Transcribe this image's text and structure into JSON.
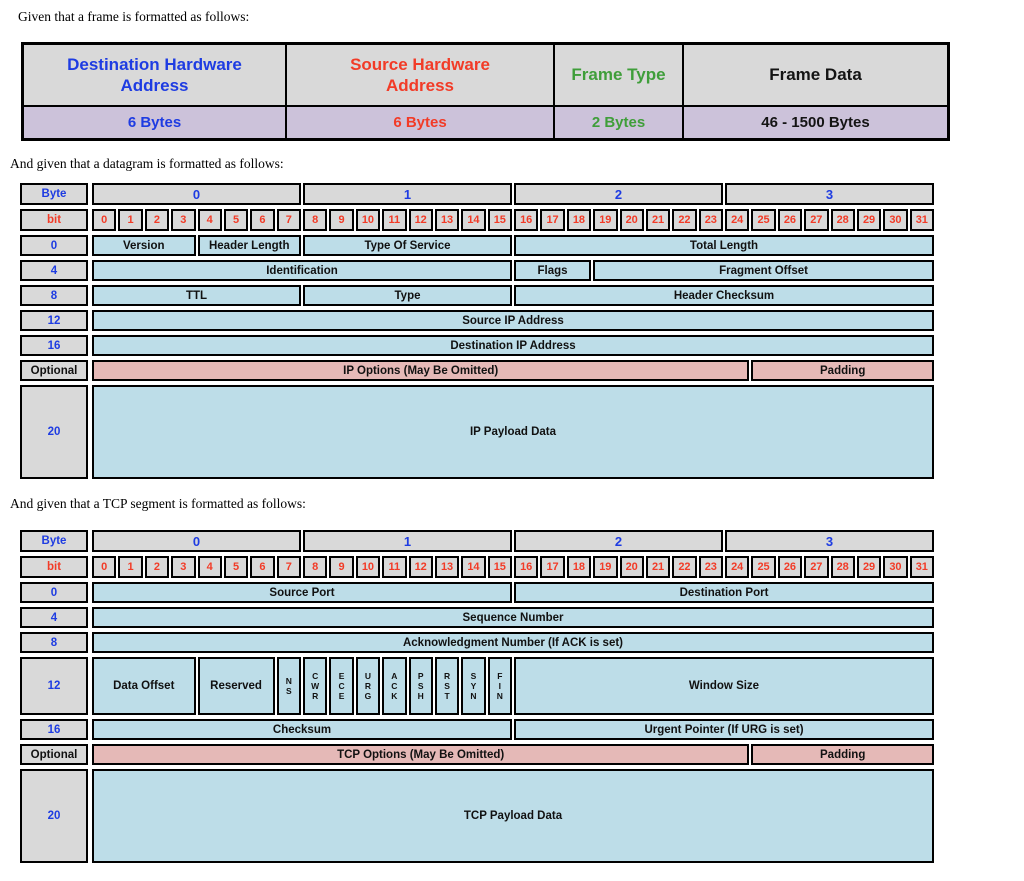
{
  "intro": {
    "frame": "Given that a frame is formatted as follows:",
    "datagram": "And given that a datagram is formatted as follows:",
    "tcp": "And given that a TCP segment is formatted as follows:"
  },
  "colors": {
    "blue": "#1e3ce2",
    "red": "#f23b27",
    "green": "#3f9e3a",
    "black": "#141414",
    "cell_gray": "#d9d9d9",
    "cell_blue": "#bddde8",
    "cell_pink": "#e5b9b7",
    "cell_lavender": "#ccc2da"
  },
  "frame_table": {
    "columns": [
      {
        "header": "Destination Hardware\nAddress",
        "size": "6 Bytes",
        "color": "blue"
      },
      {
        "header": "Source Hardware\nAddress",
        "size": "6 Bytes",
        "color": "red"
      },
      {
        "header": "Frame Type",
        "size": "2 Bytes",
        "color": "green"
      },
      {
        "header": "Frame Data",
        "size": "46 - 1500 Bytes",
        "color": "black"
      }
    ]
  },
  "ip_table": {
    "corner_label": "Byte",
    "bit_row_label": "bit",
    "byte_groups": [
      "0",
      "1",
      "2",
      "3"
    ],
    "bit_numbers": [
      "0",
      "1",
      "2",
      "3",
      "4",
      "5",
      "6",
      "7",
      "8",
      "9",
      "10",
      "11",
      "12",
      "13",
      "14",
      "15",
      "16",
      "17",
      "18",
      "19",
      "20",
      "21",
      "22",
      "23",
      "24",
      "25",
      "26",
      "27",
      "28",
      "29",
      "30",
      "31"
    ],
    "rows": [
      {
        "label": "0",
        "cells": [
          {
            "text": "Version",
            "bits": 4
          },
          {
            "text": "Header Length",
            "bits": 4
          },
          {
            "text": "Type Of Service",
            "bits": 8
          },
          {
            "text": "Total Length",
            "bits": 16
          }
        ]
      },
      {
        "label": "4",
        "cells": [
          {
            "text": "Identification",
            "bits": 16
          },
          {
            "text": "Flags",
            "bits": 3
          },
          {
            "text": "Fragment Offset",
            "bits": 13
          }
        ]
      },
      {
        "label": "8",
        "cells": [
          {
            "text": "TTL",
            "bits": 8
          },
          {
            "text": "Type",
            "bits": 8
          },
          {
            "text": "Header Checksum",
            "bits": 16
          }
        ]
      },
      {
        "label": "12",
        "cells": [
          {
            "text": "Source IP Address",
            "bits": 32
          }
        ]
      },
      {
        "label": "16",
        "cells": [
          {
            "text": "Destination IP Address",
            "bits": 32
          }
        ]
      },
      {
        "label": "Optional",
        "label_color": "black",
        "cells": [
          {
            "text": "IP Options (May Be Omitted)",
            "bits": 25,
            "fill": "pink"
          },
          {
            "text": "Padding",
            "bits": 7,
            "fill": "pink"
          }
        ]
      },
      {
        "label": "20",
        "tall": true,
        "cells": [
          {
            "text": "IP Payload Data",
            "bits": 32
          }
        ]
      }
    ]
  },
  "tcp_table": {
    "corner_label": "Byte",
    "bit_row_label": "bit",
    "byte_groups": [
      "0",
      "1",
      "2",
      "3"
    ],
    "bit_numbers": [
      "0",
      "1",
      "2",
      "3",
      "4",
      "5",
      "6",
      "7",
      "8",
      "9",
      "10",
      "11",
      "12",
      "13",
      "14",
      "15",
      "16",
      "17",
      "18",
      "19",
      "20",
      "21",
      "22",
      "23",
      "24",
      "25",
      "26",
      "27",
      "28",
      "29",
      "30",
      "31"
    ],
    "rows": [
      {
        "label": "0",
        "cells": [
          {
            "text": "Source Port",
            "bits": 16
          },
          {
            "text": "Destination Port",
            "bits": 16
          }
        ]
      },
      {
        "label": "4",
        "cells": [
          {
            "text": "Sequence Number",
            "bits": 32
          }
        ]
      },
      {
        "label": "8",
        "cells": [
          {
            "text": "Acknowledgment Number (If ACK is set)",
            "bits": 32
          }
        ]
      },
      {
        "label": "12",
        "flags_tall": true,
        "cells": [
          {
            "text": "Data Offset",
            "bits": 4
          },
          {
            "text": "Reserved",
            "bits": 3
          },
          {
            "text": "NS",
            "bits": 1,
            "vertical": true
          },
          {
            "text": "CWR",
            "bits": 1,
            "vertical": true
          },
          {
            "text": "ECE",
            "bits": 1,
            "vertical": true
          },
          {
            "text": "URG",
            "bits": 1,
            "vertical": true
          },
          {
            "text": "ACK",
            "bits": 1,
            "vertical": true
          },
          {
            "text": "PSH",
            "bits": 1,
            "vertical": true
          },
          {
            "text": "RST",
            "bits": 1,
            "vertical": true
          },
          {
            "text": "SYN",
            "bits": 1,
            "vertical": true
          },
          {
            "text": "FIN",
            "bits": 1,
            "vertical": true
          },
          {
            "text": "Window Size",
            "bits": 16
          }
        ]
      },
      {
        "label": "16",
        "cells": [
          {
            "text": "Checksum",
            "bits": 16
          },
          {
            "text": "Urgent Pointer (If URG is set)",
            "bits": 16
          }
        ]
      },
      {
        "label": "Optional",
        "label_color": "black",
        "cells": [
          {
            "text": "TCP Options (May Be Omitted)",
            "bits": 25,
            "fill": "pink"
          },
          {
            "text": "Padding",
            "bits": 7,
            "fill": "pink"
          }
        ]
      },
      {
        "label": "20",
        "tall": true,
        "cells": [
          {
            "text": "TCP Payload Data",
            "bits": 32
          }
        ]
      }
    ]
  }
}
